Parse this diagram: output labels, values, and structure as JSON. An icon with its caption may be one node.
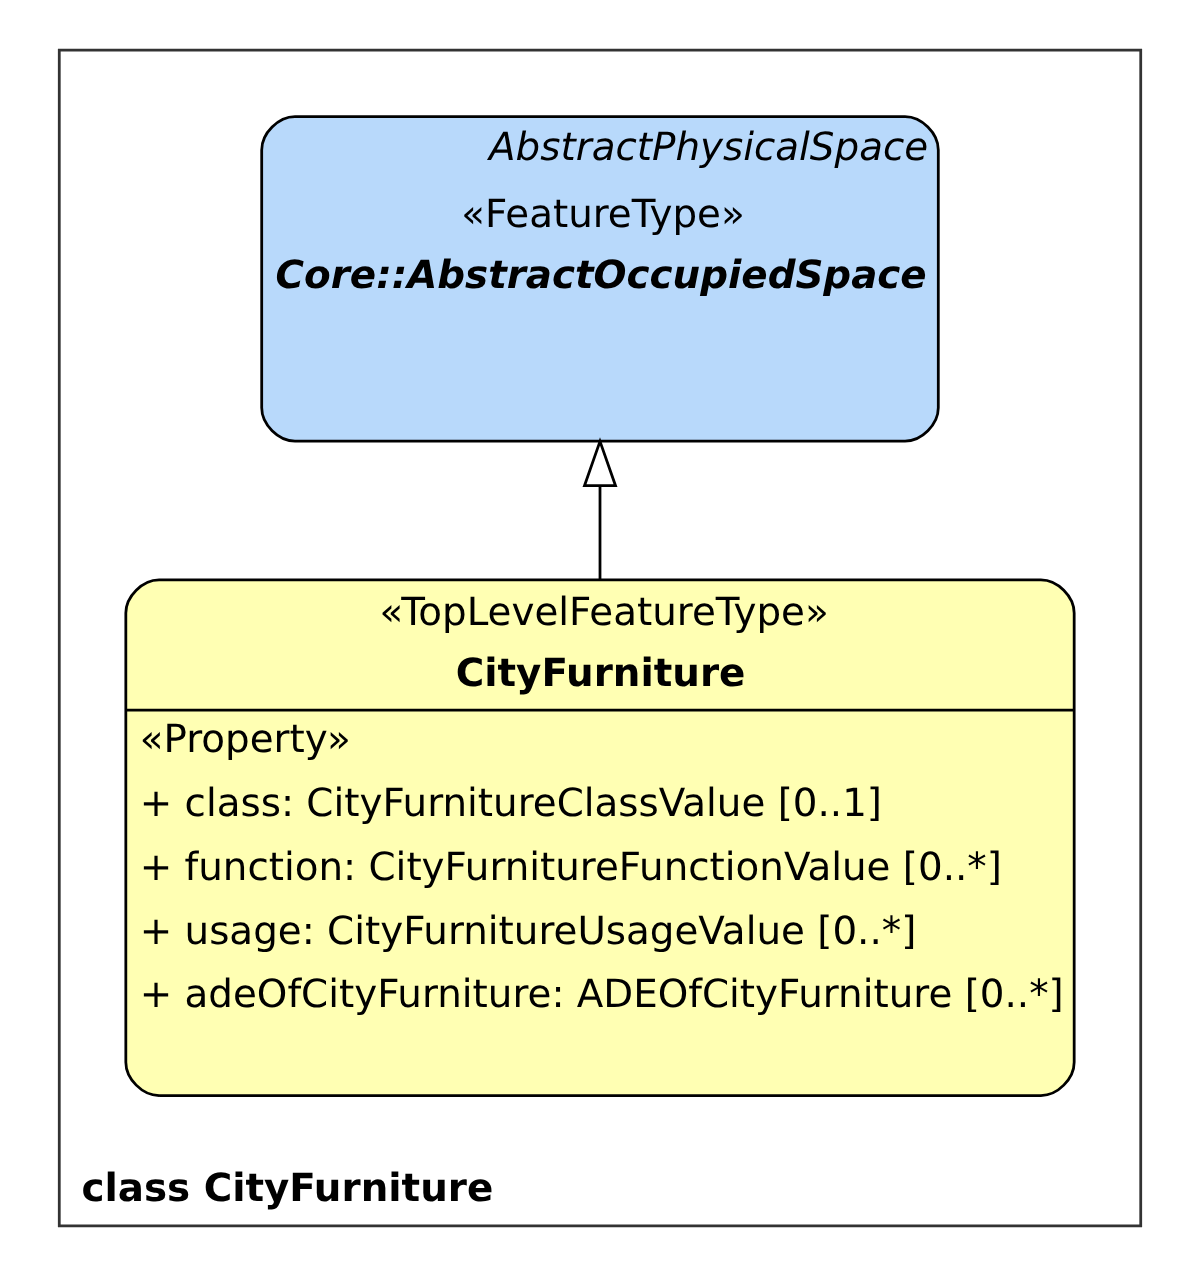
{
  "diagram": {
    "nodes": [
      {
        "text": [
          "class CityFurniture"
        ]
      },
      {
        "text": [
          "AbstractPhysicalSpace",
          "«FeatureType»",
          "Core::AbstractOccupiedSpace"
        ],
        "in": 0
      },
      {
        "text": [
          "«TopLevelFeatureType»",
          "CityFurniture",
          "«Property»",
          "+ class: CityFurnitureClassValue [0..1]",
          "+ function: CityFurnitureFunctionValue [0..*]",
          "+ usage: CityFurnitureUsageValue [0..*]",
          "+ adeOfCityFurniture: ADEOfCityFurniture [0..*]"
        ],
        "in": 0
      }
    ],
    "edges": [
      {
        "from": 2,
        "to": 1,
        "arrow": "to"
      }
    ]
  }
}
